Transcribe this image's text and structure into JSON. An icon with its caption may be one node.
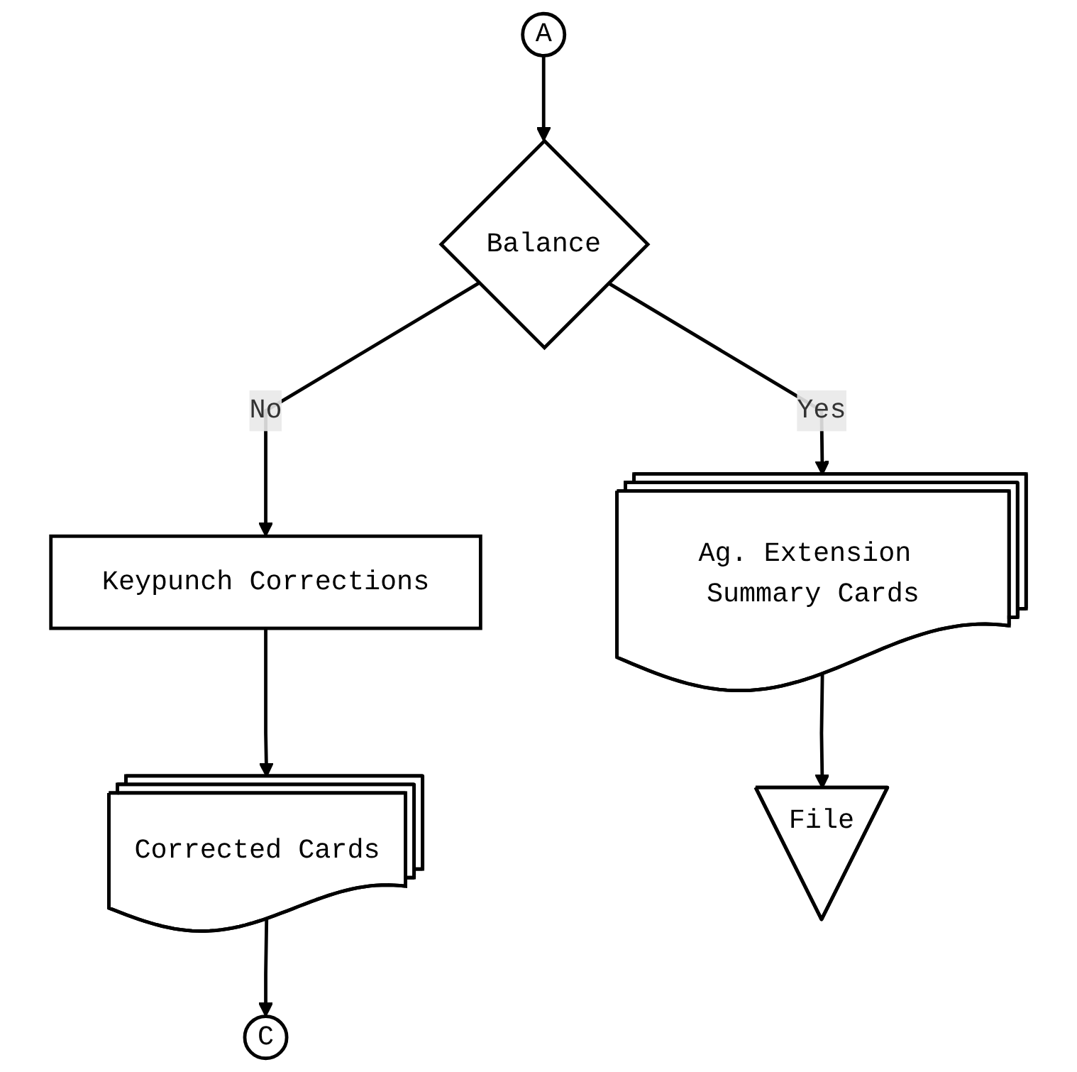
{
  "diagram": {
    "nodes": [
      {
        "text": [
          "A"
        ]
      },
      {
        "text": [
          "Balance"
        ]
      },
      {
        "text": [
          "Keypunch Corrections"
        ]
      },
      {
        "text": [
          "Ag. Extension Summary Cards"
        ]
      },
      {
        "text": [
          "Corrected Cards"
        ]
      },
      {
        "text": [
          "File"
        ]
      },
      {
        "text": [
          "C"
        ]
      }
    ],
    "edges": [
      {
        "from": 0,
        "to": 1,
        "arrow": "to"
      },
      {
        "from": 1,
        "to": 2,
        "label": "No",
        "arrow": "to"
      },
      {
        "from": 1,
        "to": 3,
        "label": "Yes",
        "arrow": "to"
      },
      {
        "from": 2,
        "to": 4,
        "arrow": "to"
      },
      {
        "from": 3,
        "to": 5,
        "arrow": "to"
      },
      {
        "from": 4,
        "to": 6,
        "arrow": "to"
      }
    ]
  }
}
